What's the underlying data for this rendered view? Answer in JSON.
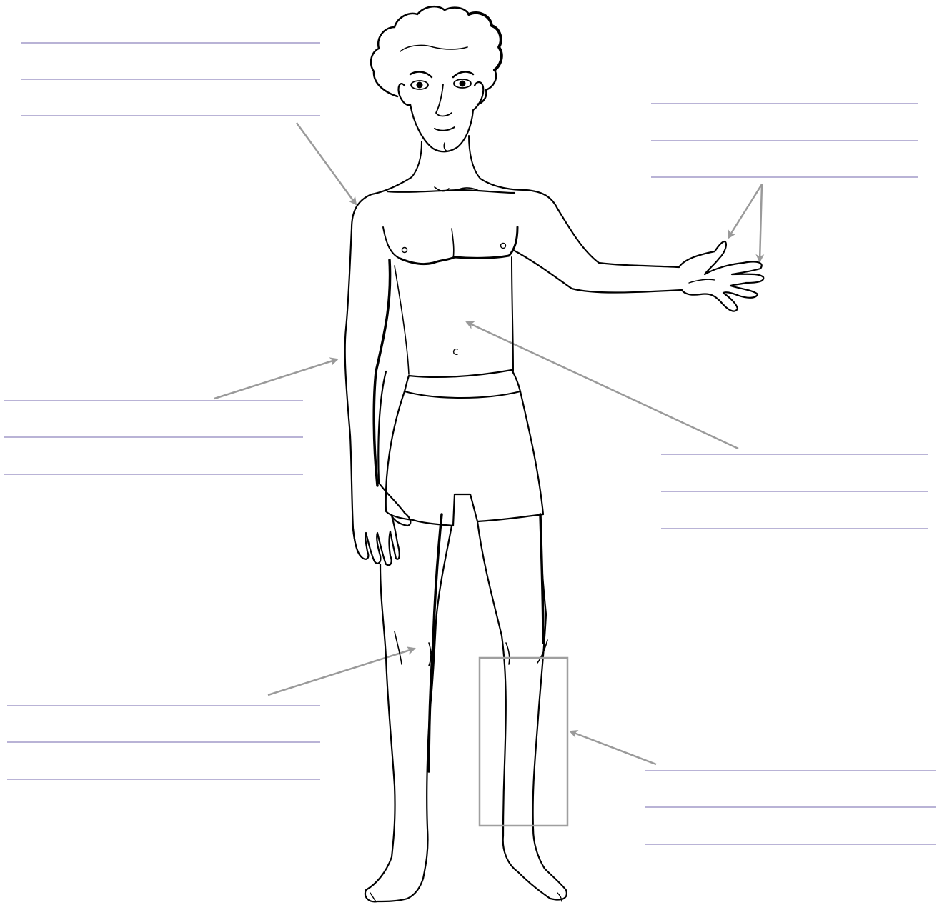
{
  "worksheet": {
    "type": "body-parts labelling diagram",
    "line_color": "#b9b3d6",
    "arrow_color": "#9a9a9a",
    "figure_stroke": "#000000",
    "label_groups": [
      {
        "name": "shoulder",
        "lines": 3
      },
      {
        "name": "hand-fingers",
        "lines": 3
      },
      {
        "name": "elbow",
        "lines": 3
      },
      {
        "name": "stomach",
        "lines": 3
      },
      {
        "name": "knee",
        "lines": 3
      },
      {
        "name": "shin",
        "lines": 3
      }
    ]
  },
  "navel_mark": "c"
}
